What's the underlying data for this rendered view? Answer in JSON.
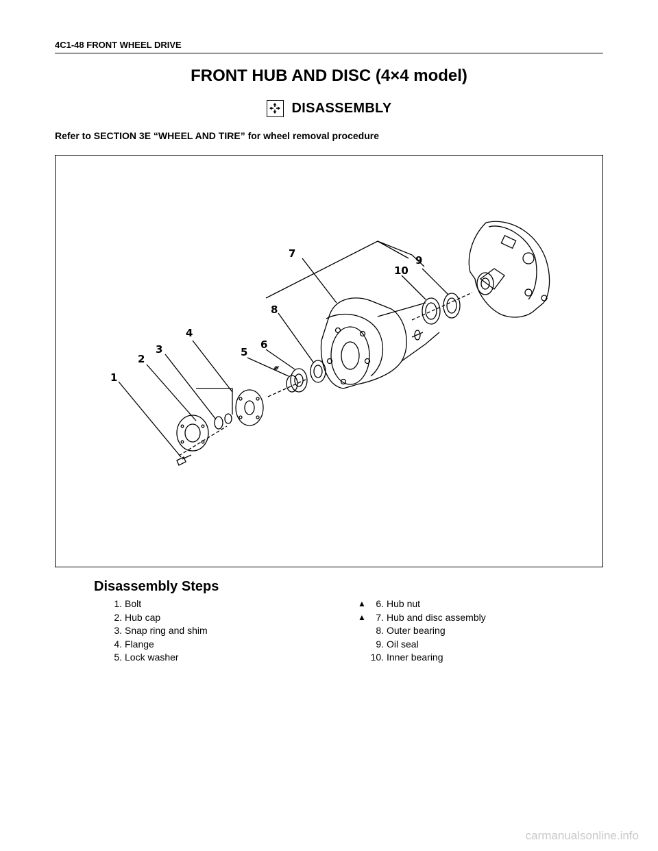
{
  "header": {
    "text": "4C1-48  FRONT WHEEL DRIVE"
  },
  "title": "FRONT HUB AND DISC (4×4 model)",
  "section": {
    "label": "DISASSEMBLY",
    "icon": "disassembly-arrows-icon"
  },
  "note": "Refer to SECTION 3E “WHEEL AND TIRE” for wheel removal procedure",
  "figure": {
    "callouts": [
      "1",
      "2",
      "3",
      "4",
      "5",
      "6",
      "7",
      "8",
      "9",
      "10"
    ]
  },
  "steps": {
    "heading": "Disassembly Steps",
    "column1": [
      {
        "num": "1.",
        "label": "Bolt",
        "marked": false
      },
      {
        "num": "2.",
        "label": "Hub cap",
        "marked": false
      },
      {
        "num": "3.",
        "label": "Snap ring and shim",
        "marked": false
      },
      {
        "num": "4.",
        "label": "Flange",
        "marked": false
      },
      {
        "num": "5.",
        "label": "Lock washer",
        "marked": false
      }
    ],
    "column2": [
      {
        "num": "6.",
        "label": "Hub nut",
        "marked": true
      },
      {
        "num": "7.",
        "label": "Hub and disc assembly",
        "marked": true
      },
      {
        "num": "8.",
        "label": "Outer bearing",
        "marked": false
      },
      {
        "num": "9.",
        "label": "Oil seal",
        "marked": false
      },
      {
        "num": "10.",
        "label": "Inner bearing",
        "marked": false
      }
    ],
    "marker_symbol": "▲"
  },
  "watermark": "carmanualsonline.info"
}
